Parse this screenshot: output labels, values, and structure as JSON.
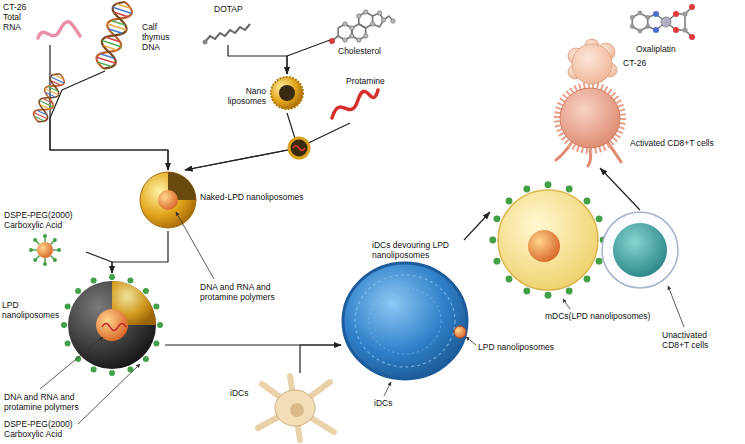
{
  "diagram": {
    "nodes": [
      {
        "text": [
          "CT-26 Total RNA"
        ]
      },
      {
        "text": [
          "Calf thymus DNA"
        ]
      },
      {
        "text": [
          "DOTAP"
        ]
      },
      {
        "text": [
          "Cholesterol"
        ]
      },
      {
        "text": [
          "Nano liposomes"
        ]
      },
      {
        "text": [
          "Protamine"
        ]
      },
      {
        "text": [
          "Naked-LPD nanoliposomes"
        ]
      },
      {
        "text": [
          "DSPE-PEG(2000) Carboxylic Acid"
        ]
      },
      {
        "text": [
          "LPD nanoliposomes"
        ]
      },
      {
        "text": [
          "iDCs"
        ]
      },
      {
        "text": [
          "iDCs devouring LPD nanoliposomes"
        ]
      },
      {
        "text": [
          "mDCs(LPD nanoliposomes)"
        ]
      },
      {
        "text": [
          "Unactivated CD8+T cells"
        ]
      },
      {
        "text": [
          "Activated CD8+T cells"
        ]
      },
      {
        "text": [
          "CT-26"
        ]
      },
      {
        "text": [
          "Oxaliplatin"
        ]
      }
    ],
    "edges": [
      {
        "from": 0,
        "to": 6,
        "arrow": "to"
      },
      {
        "from": 1,
        "to": 6,
        "arrow": "to"
      },
      {
        "from": 2,
        "to": 4,
        "arrow": "to"
      },
      {
        "from": 3,
        "to": 4,
        "arrow": "to"
      },
      {
        "from": 4,
        "to": 6,
        "arrow": "to"
      },
      {
        "from": 5,
        "to": 6,
        "arrow": "to"
      },
      {
        "from": 6,
        "to": 8,
        "arrow": "to"
      },
      {
        "from": 7,
        "to": 8,
        "arrow": "to"
      },
      {
        "from": 8,
        "to": 10,
        "arrow": "to"
      },
      {
        "from": 9,
        "to": 10,
        "arrow": "to"
      },
      {
        "from": 10,
        "to": 11,
        "arrow": "to"
      },
      {
        "from": 12,
        "to": 13,
        "arrow": "to"
      }
    ],
    "labels": [
      "DNA and RNA and protamine polymers",
      "DNA and RNA and protamine polymers",
      "DSPE-PEG(2000) Carboxylic Acid",
      "LPD nanoliposomes",
      "iDCs"
    ]
  }
}
